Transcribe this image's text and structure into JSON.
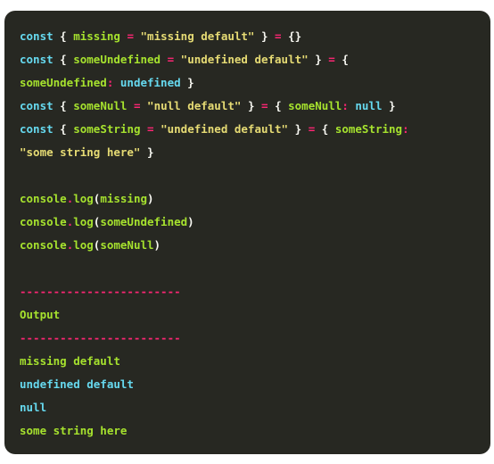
{
  "code": {
    "line1": {
      "kw": "const",
      "open": "{",
      "var": "missing",
      "op": "=",
      "str": "\"missing default\"",
      "close": "}",
      "op2": "=",
      "rest": "{}"
    },
    "line2": {
      "kw": "const",
      "open": "{",
      "var": "someUndefined",
      "op": "=",
      "str": "\"undefined default\"",
      "close": "}",
      "op2": "=",
      "open2": "{"
    },
    "line3": {
      "var": "someUndefined",
      "colon": ":",
      "val": "undefined",
      "close": "}"
    },
    "line4": {
      "kw": "const",
      "open": "{",
      "var": "someNull",
      "op": "=",
      "str": "\"null default\"",
      "close": "}",
      "op2": "=",
      "open2": "{",
      "var2": "someNull",
      "colon": ":",
      "val": "null",
      "close2": "}"
    },
    "line5": {
      "kw": "const",
      "open": "{",
      "var": "someString",
      "op": "=",
      "str": "\"undefined default\"",
      "close": "}",
      "op2": "=",
      "open2": "{",
      "var2": "someString",
      "colon": ":"
    },
    "line6": {
      "str": "\"some string here\"",
      "close": "}"
    },
    "log1": {
      "obj": "console",
      "dot": ".",
      "fn": "log",
      "open": "(",
      "arg": "missing",
      "close": ")"
    },
    "log2": {
      "obj": "console",
      "dot": ".",
      "fn": "log",
      "open": "(",
      "arg": "someUndefined",
      "close": ")"
    },
    "log3": {
      "obj": "console",
      "dot": ".",
      "fn": "log",
      "open": "(",
      "arg": "someNull",
      "close": ")"
    }
  },
  "output": {
    "separator": "------------------------",
    "heading": "Output",
    "lines": [
      "missing default",
      "undefined default",
      "null",
      "some string here"
    ]
  },
  "colors": {
    "background": "#272822",
    "keyword": "#66d9ef",
    "identifier": "#a6e22e",
    "operator": "#f92672",
    "string": "#e6db74",
    "punctuation": "#f8f8f2"
  }
}
